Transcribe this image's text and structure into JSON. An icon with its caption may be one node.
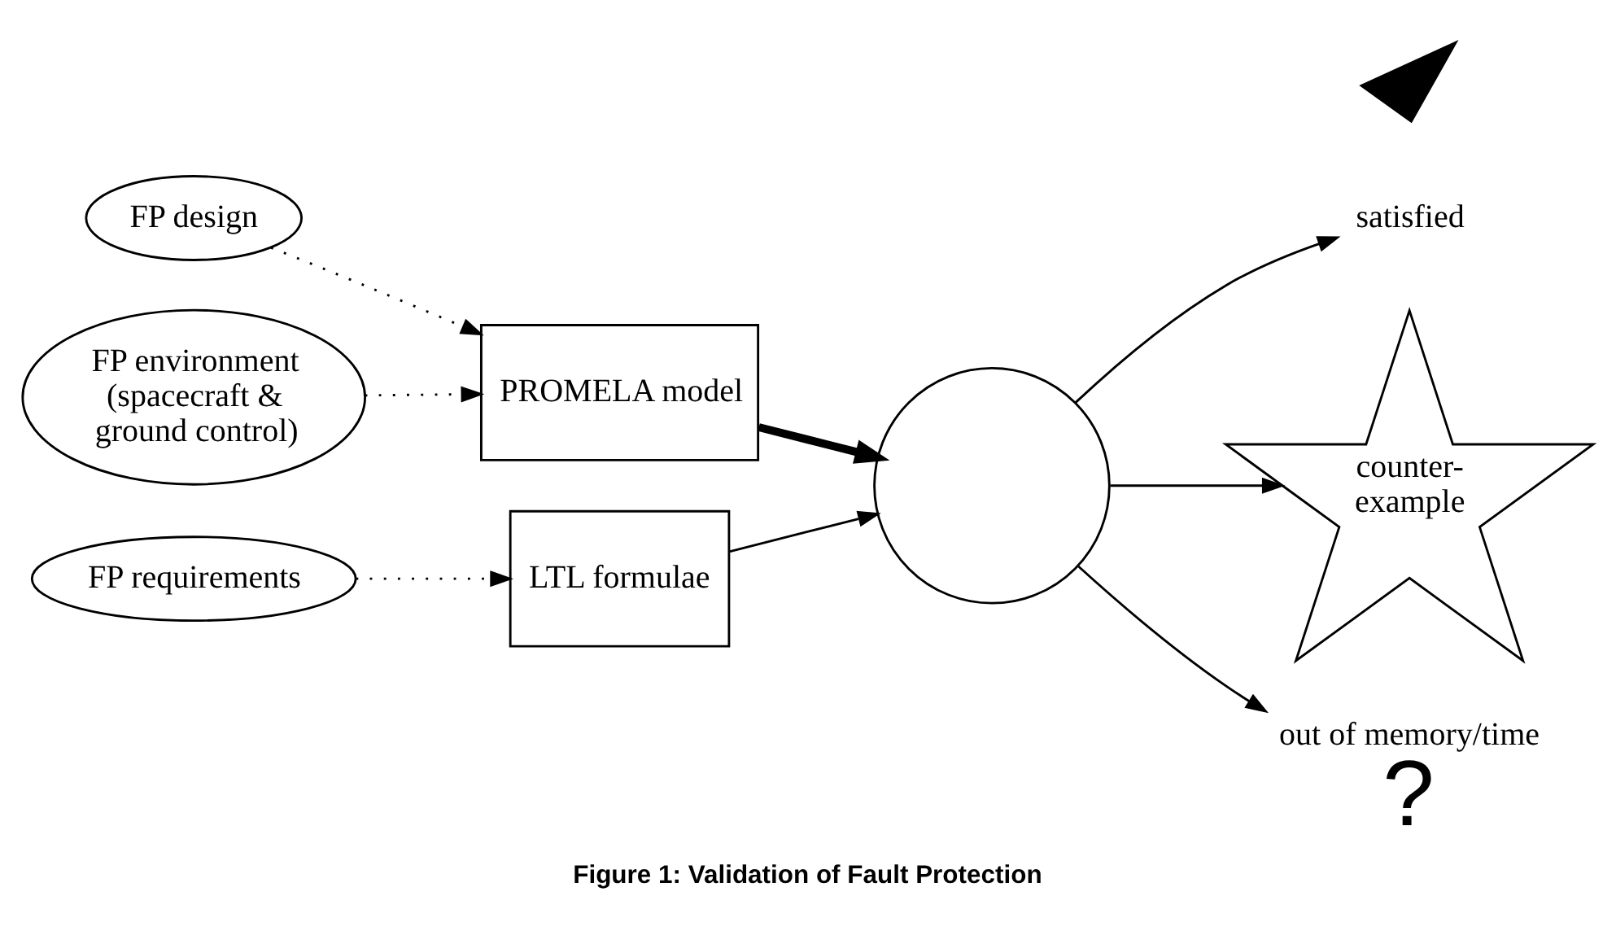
{
  "diagram": {
    "caption": "Figure 1: Validation of Fault Protection",
    "nodes": [
      {
        "text": [
          "FP design"
        ]
      },
      {
        "text": [
          "FP environment (spacecraft & ground control)"
        ]
      },
      {
        "text": [
          "PROMELA model"
        ]
      },
      {
        "text": [
          "LTL formulae"
        ]
      },
      {
        "text": [
          "FP requirements"
        ]
      },
      {
        "text": [],
        "shape": "circle"
      },
      {
        "text": [],
        "shape": "picture"
      },
      {
        "text": [
          "satisfied"
        ]
      },
      {
        "text": [
          "counter-example"
        ]
      },
      {
        "text": [
          "out of memory/time",
          "?"
        ]
      }
    ],
    "edges": [
      {
        "from": 0,
        "to": 2,
        "arrow": "to",
        "style": "dashed"
      },
      {
        "from": 1,
        "to": 2,
        "arrow": "to",
        "style": "dashed"
      },
      {
        "from": 4,
        "to": 3,
        "arrow": "to",
        "style": "dashed"
      },
      {
        "from": 2,
        "to": 5,
        "arrow": "to",
        "style": "thick"
      },
      {
        "from": 3,
        "to": 5,
        "arrow": "to"
      },
      {
        "from": 5,
        "to": 7,
        "arrow": "to"
      },
      {
        "from": 5,
        "to": 8,
        "arrow": "to"
      },
      {
        "from": 5,
        "to": 9,
        "arrow": "to"
      }
    ]
  }
}
